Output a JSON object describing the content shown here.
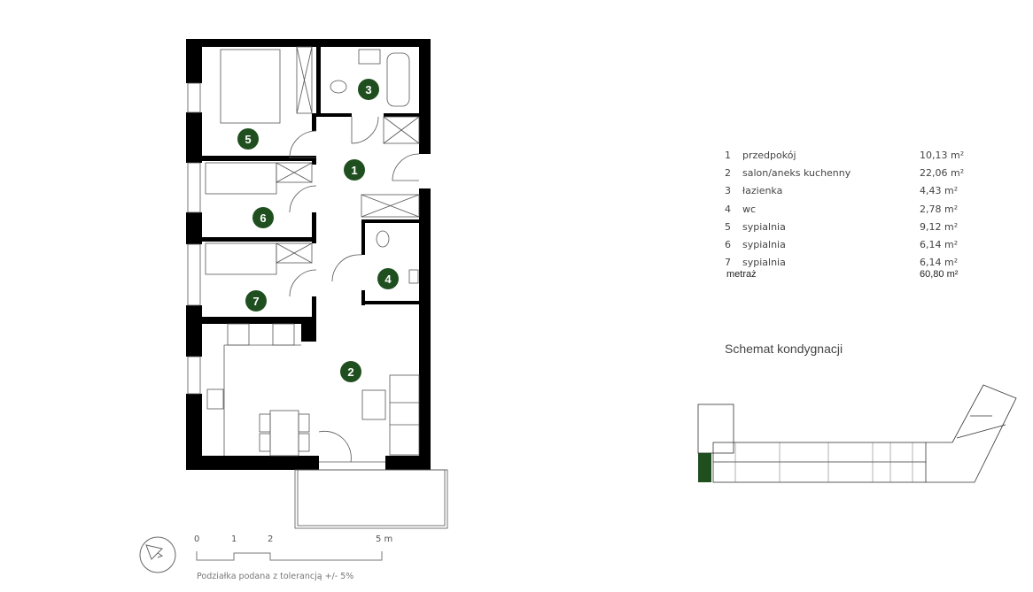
{
  "rooms": [
    {
      "num": "1",
      "name": "przedpokój",
      "area": "10,13 m²"
    },
    {
      "num": "2",
      "name": "salon/aneks kuchenny",
      "area": "22,06 m²"
    },
    {
      "num": "3",
      "name": "łazienka",
      "area": "4,43 m²"
    },
    {
      "num": "4",
      "name": "wc",
      "area": "2,78 m²"
    },
    {
      "num": "5",
      "name": "sypialnia",
      "area": "9,12 m²"
    },
    {
      "num": "6",
      "name": "sypialnia",
      "area": "6,14 m²"
    },
    {
      "num": "7",
      "name": "sypialnia",
      "area": "6,14 m²"
    }
  ],
  "total": {
    "label": "metraż",
    "area": "60,80 m²"
  },
  "key_plan_title": "Schemat kondygnacji",
  "scale": {
    "ticks": [
      "0",
      "1",
      "2",
      "5 m"
    ],
    "note": "Podziałka podana z tolerancją +/- 5%"
  },
  "colors": {
    "accent": "#1f4f1f",
    "wall": "#000000"
  }
}
